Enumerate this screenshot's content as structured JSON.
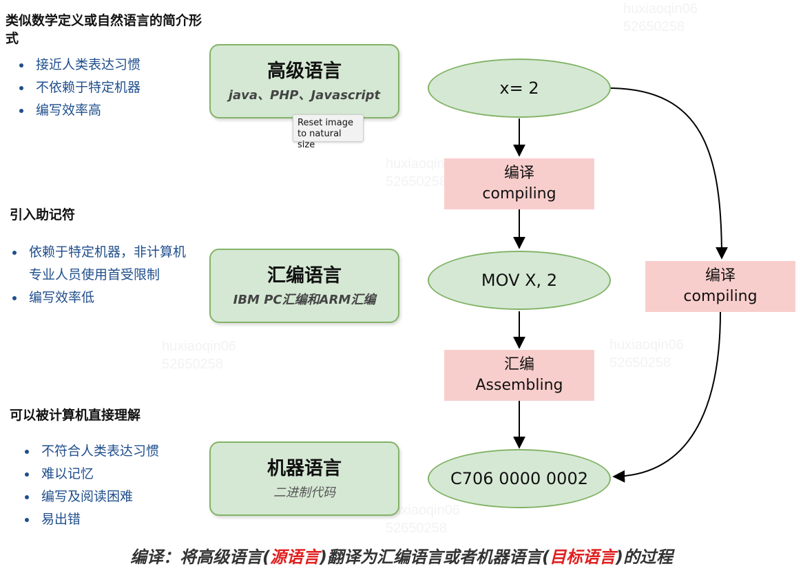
{
  "sections": [
    {
      "title": "类似数学定义或自然语言的简介形式",
      "bullets": [
        "接近人类表达习惯",
        "不依赖于特定机器",
        "编写效率高"
      ]
    },
    {
      "title": "引入助记符",
      "bullets": [
        "依赖于特定机器，非计算机专业人员使用首受限制",
        "编写效率低"
      ]
    },
    {
      "title": "可以被计算机直接理解",
      "bullets": [
        "不符合人类表达习惯",
        "难以记忆",
        "编写及阅读困难",
        "易出错"
      ]
    }
  ],
  "levels": [
    {
      "title": "高级语言",
      "subtitle": "java、PHP、Javascript"
    },
    {
      "title": "汇编语言",
      "subtitle": "IBM PC汇编和ARM汇编"
    },
    {
      "title": "机器语言",
      "subtitle": "二进制代码"
    }
  ],
  "flow": {
    "node_high": "x= 2",
    "node_asm": "MOV X, 2",
    "node_machine": "C706 0000 0002",
    "step_compiling": {
      "cn": "编译",
      "en": "compiling"
    },
    "step_assembling": {
      "cn": "汇编",
      "en": "Assembling"
    },
    "step_direct": {
      "cn": "编译",
      "en": "compiling"
    }
  },
  "tooltip": {
    "line1": "Reset image",
    "line2": "to natural size"
  },
  "caption": {
    "part1": "编译：将高级语言(",
    "source": "源语言",
    "part2": ")翻译为汇编语言或者机器语言(",
    "target": "目标语言",
    "part3": ")的过程"
  },
  "watermark": {
    "line1": "huxiaoqin06",
    "line2": "52650258"
  },
  "colors": {
    "box_fill": "#d5e8d4",
    "box_border": "#82b366",
    "proc_fill": "#f8cecc",
    "bullet_text": "#1f4e8c",
    "highlight": "#e02020"
  }
}
